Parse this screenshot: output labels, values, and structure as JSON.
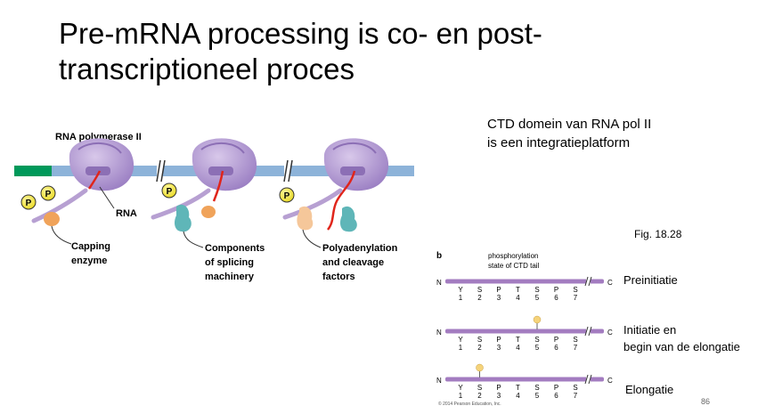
{
  "title_line1": "Pre-mRNA processing is co- en post-",
  "title_line2": "transcriptioneel proces",
  "ctd_note_line1": "CTD domein van RNA pol II",
  "ctd_note_line2": "is een integratieplatform",
  "fig_ref": "Fig. 18.28",
  "diagram_a": {
    "polymerase_label": "RNA polymerase II",
    "rna_label": "RNA",
    "phosphate_label": "P",
    "capping_label_1": "Capping",
    "capping_label_2": "enzyme",
    "splicing_label_1": "Components",
    "splicing_label_2": "of splicing",
    "splicing_label_3": "machinery",
    "polyA_label_1": "Polyadenylation",
    "polyA_label_2": "and cleavage",
    "polyA_label_3": "factors"
  },
  "diagram_b": {
    "panel_letter": "b",
    "header_1": "phosphorylation",
    "header_2": "state of CTD tail",
    "n_terminus": "N",
    "c_terminus": "C",
    "residues": [
      {
        "aa": "Y",
        "pos": "1"
      },
      {
        "aa": "S",
        "pos": "2"
      },
      {
        "aa": "P",
        "pos": "3"
      },
      {
        "aa": "T",
        "pos": "4"
      },
      {
        "aa": "S",
        "pos": "5"
      },
      {
        "aa": "P",
        "pos": "6"
      },
      {
        "aa": "S",
        "pos": "7"
      }
    ],
    "stages": [
      {
        "label_1": "Preinitiatie",
        "label_2": "",
        "phospho_pos": ""
      },
      {
        "label_1": "Initiatie en",
        "label_2": "begin van de elongatie",
        "phospho_pos": "5"
      },
      {
        "label_1": "Elongatie",
        "label_2": "",
        "phospho_pos": "2"
      }
    ],
    "copyright": "© 2014 Pearson Education, Inc."
  },
  "page_number": "86",
  "colors": {
    "dna": "#8db3d9",
    "dna_promoter": "#00995a",
    "polymerase": "#b7a0d2",
    "polymerase_dark": "#8c6fb5",
    "rna": "#e0251b",
    "phosphate": "#f2ea2e",
    "capping": "#f0a35a",
    "splicing": "#5fb6b8",
    "polyA": "#f5c79a",
    "ctd_bar": "#a37cc0",
    "phospho_ball": "#f5d37a"
  }
}
